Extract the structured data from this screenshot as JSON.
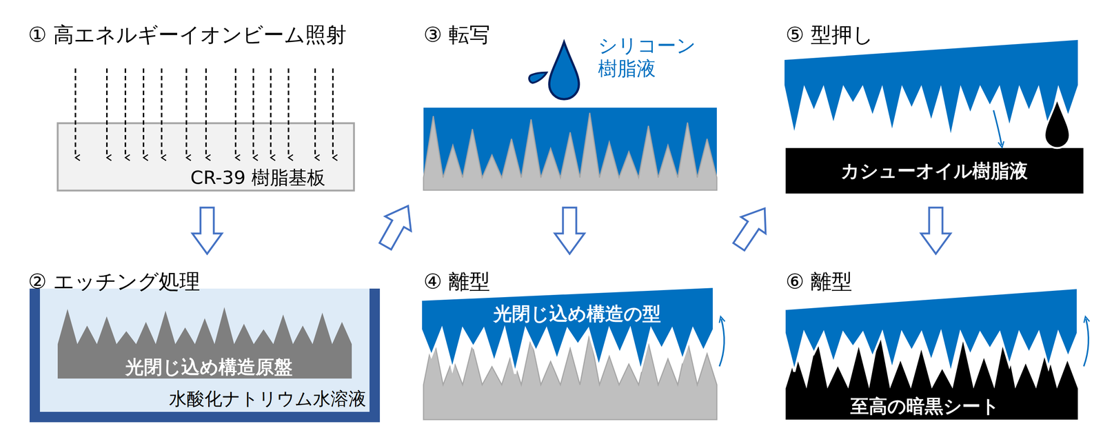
{
  "diagram": {
    "nodes": [
      {
        "text": [
          "① 高エネルギーイオンビーム照射",
          "CR-39 樹脂基板"
        ]
      },
      {
        "text": [
          "② エッチング処理",
          "水酸化ナトリウム水溶液"
        ]
      },
      {
        "text": [
          "光閉じ込め構造原盤"
        ],
        "in": 1
      },
      {
        "text": [
          "③ 転写"
        ]
      },
      {
        "text": [
          "④ 離型",
          "光閉じ込め構造の型"
        ]
      },
      {
        "text": [
          "⑤ 型押し",
          "カシューオイル樹脂液"
        ]
      },
      {
        "text": [
          "⑥ 離型",
          "至高の暗黒シート"
        ]
      }
    ],
    "edges": [
      {
        "from": 0,
        "to": 1,
        "arrow": "to"
      },
      {
        "from": 1,
        "to": 3,
        "arrow": "to"
      },
      {
        "from": 3,
        "to": 4,
        "arrow": "to"
      },
      {
        "from": 4,
        "to": 5,
        "arrow": "to"
      },
      {
        "from": 5,
        "to": 6,
        "arrow": "to"
      }
    ],
    "labels": [
      "シリコーン 樹脂液"
    ]
  }
}
